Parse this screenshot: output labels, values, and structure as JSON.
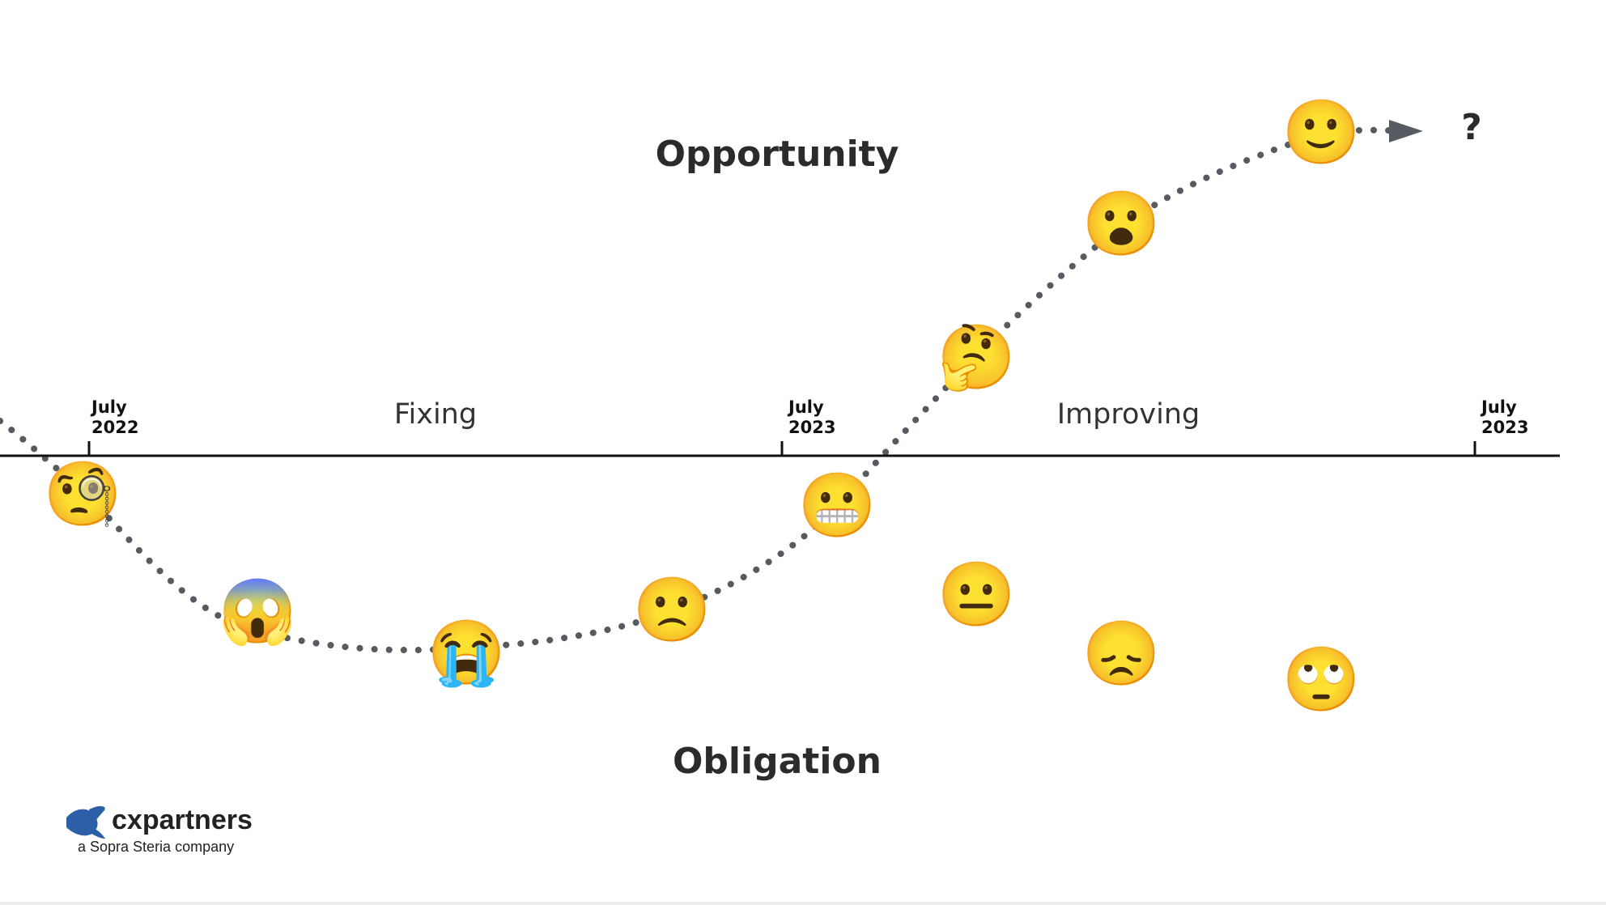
{
  "diagram": {
    "top_label": "Opportunity",
    "bottom_label": "Obligation",
    "phases": [
      "Fixing",
      "Improving"
    ],
    "dates": [
      {
        "month": "July",
        "year": "2022"
      },
      {
        "month": "July",
        "year": "2023"
      },
      {
        "month": "July",
        "year": "2023"
      }
    ],
    "end_marker": "?",
    "path_color": "#555b61",
    "axis_color": "#111111",
    "emoji_journey": [
      {
        "name": "monocle-face-emoji",
        "glyph": "🧐"
      },
      {
        "name": "screaming-face-emoji",
        "glyph": "😱"
      },
      {
        "name": "crying-face-emoji",
        "glyph": "😭"
      },
      {
        "name": "slightly-frowning-face-emoji",
        "glyph": "🙁"
      },
      {
        "name": "grimacing-face-emoji",
        "glyph": "😬"
      },
      {
        "name": "thinking-face-emoji",
        "glyph": "🤔"
      },
      {
        "name": "surprised-face-emoji",
        "glyph": "😮"
      },
      {
        "name": "slightly-smiling-face-emoji",
        "glyph": "🙂"
      }
    ],
    "emoji_alternative": [
      {
        "name": "neutral-face-emoji",
        "glyph": "😐"
      },
      {
        "name": "disappointed-face-emoji",
        "glyph": "😞"
      },
      {
        "name": "rolling-eyes-face-emoji",
        "glyph": "🙄"
      }
    ]
  },
  "logo": {
    "wordmark": "cxpartners",
    "tagline": "a Sopra Steria company",
    "mark_color": "#2d5fa8"
  }
}
